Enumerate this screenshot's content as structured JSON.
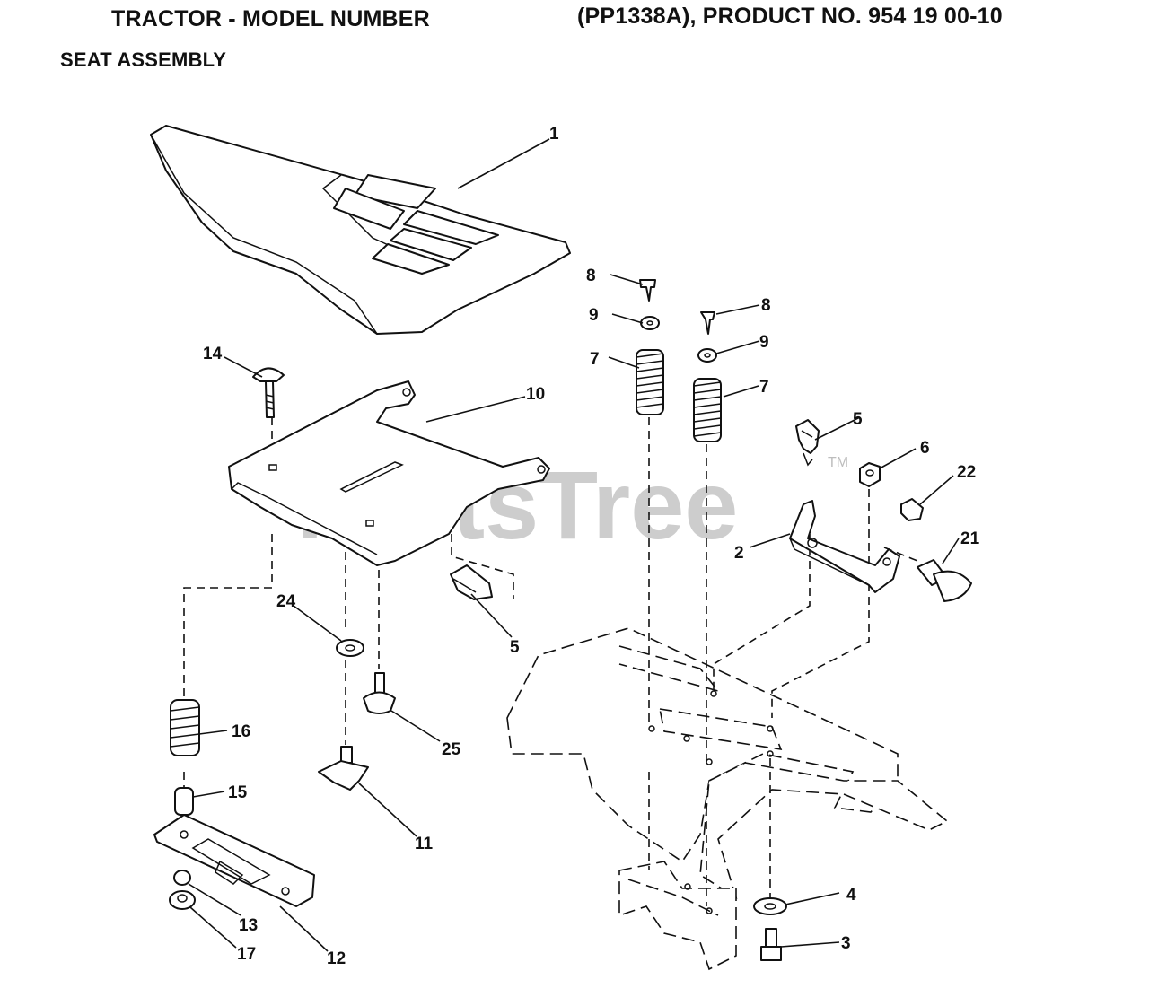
{
  "header": {
    "title_left": "TRACTOR - MODEL NUMBER",
    "title_right": "(PP1338A), PRODUCT NO. 954 19 00-10",
    "subtitle": "SEAT ASSEMBLY"
  },
  "watermark": {
    "text": "PartsTree",
    "trademark": "TM"
  },
  "callouts": [
    {
      "id": "c1",
      "label": "1"
    },
    {
      "id": "c2",
      "label": "2"
    },
    {
      "id": "c3",
      "label": "3"
    },
    {
      "id": "c4",
      "label": "4"
    },
    {
      "id": "c5a",
      "label": "5"
    },
    {
      "id": "c5b",
      "label": "5"
    },
    {
      "id": "c6",
      "label": "6"
    },
    {
      "id": "c7a",
      "label": "7"
    },
    {
      "id": "c7b",
      "label": "7"
    },
    {
      "id": "c8a",
      "label": "8"
    },
    {
      "id": "c8b",
      "label": "8"
    },
    {
      "id": "c9a",
      "label": "9"
    },
    {
      "id": "c9b",
      "label": "9"
    },
    {
      "id": "c10",
      "label": "10"
    },
    {
      "id": "c11",
      "label": "11"
    },
    {
      "id": "c12",
      "label": "12"
    },
    {
      "id": "c13",
      "label": "13"
    },
    {
      "id": "c14",
      "label": "14"
    },
    {
      "id": "c15",
      "label": "15"
    },
    {
      "id": "c16",
      "label": "16"
    },
    {
      "id": "c17",
      "label": "17"
    },
    {
      "id": "c21",
      "label": "21"
    },
    {
      "id": "c22",
      "label": "22"
    },
    {
      "id": "c24",
      "label": "24"
    },
    {
      "id": "c25",
      "label": "25"
    }
  ],
  "colors": {
    "line": "#111111",
    "watermark": "#bdbdbd",
    "background": "#ffffff"
  }
}
